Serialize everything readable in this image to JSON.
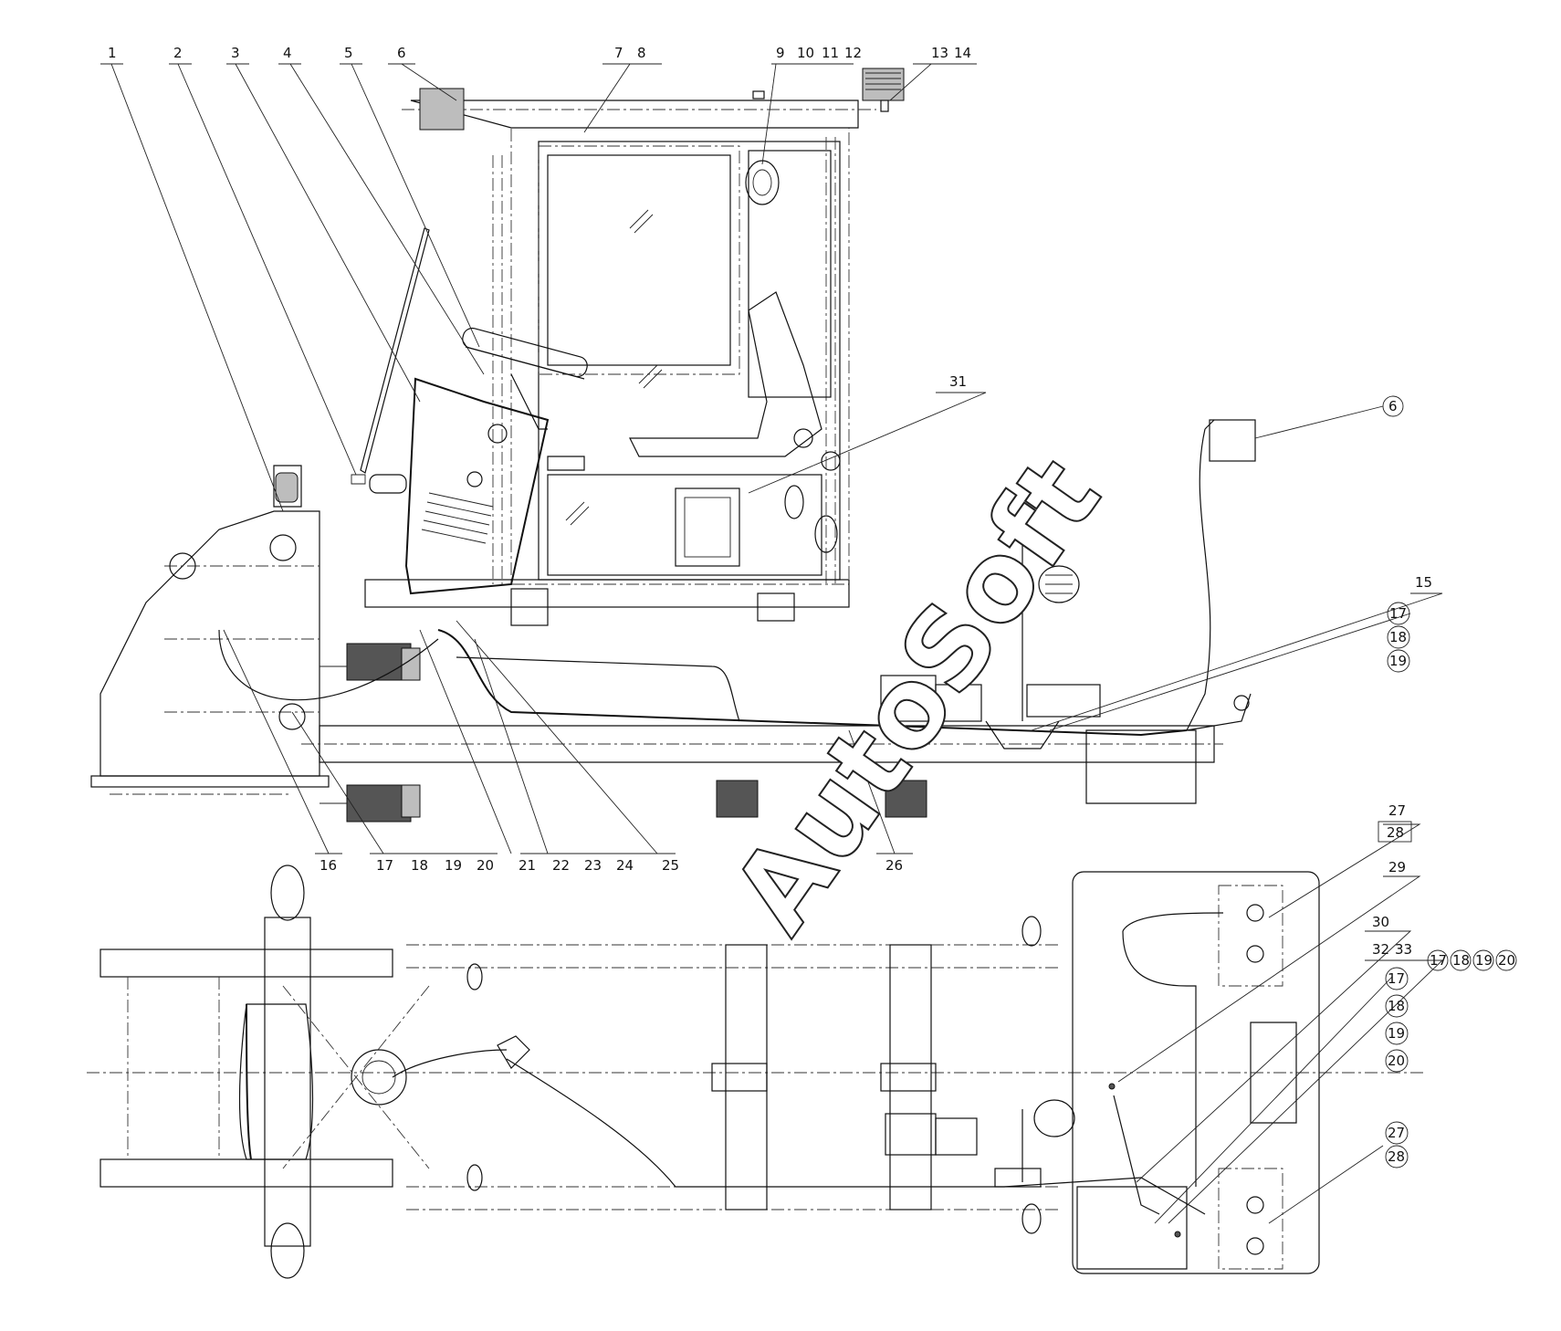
{
  "watermark": "AutoSoft",
  "top_labels": [
    "1",
    "2",
    "3",
    "4",
    "5",
    "6",
    "7",
    "8",
    "9",
    "10",
    "11",
    "12",
    "13",
    "14"
  ],
  "bottom_labels_side": [
    "16",
    "17",
    "18",
    "19",
    "20",
    "21",
    "22",
    "23",
    "24",
    "25",
    "26"
  ],
  "right_labels_side": [
    "15",
    "31"
  ],
  "circled_side": [
    "6",
    "17",
    "18",
    "19"
  ],
  "plan_labels": [
    "27",
    "28",
    "29",
    "30",
    "32",
    "33"
  ],
  "plan_circled_row": [
    "17",
    "18",
    "19",
    "20"
  ],
  "plan_circled_col": [
    "17",
    "18",
    "19",
    "20"
  ],
  "plan_circled_bottom": [
    "27",
    "28"
  ]
}
